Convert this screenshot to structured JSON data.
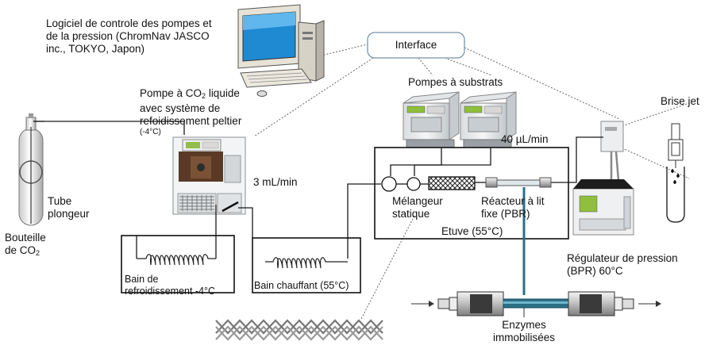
{
  "labels": {
    "software_line1": "Logiciel de controle des pompes et",
    "software_line2": "de la pression (ChromNav JASCO",
    "software_line3": "inc., TOKYO, Japon)",
    "interface": "Interface",
    "substrate_pumps": "Pompes à substrats",
    "co2_pump_line1_a": "Pompe à CO",
    "co2_pump_line1_sub": "2",
    "co2_pump_line1_b": " liquide",
    "co2_pump_line2": "avec système de",
    "co2_pump_line3": "refoidissement peltier",
    "co2_pump_line4": "(-4°C)",
    "co2_flow": "3 mL/min",
    "substrate_flow": "40 µL/min",
    "jet_breaker": "Brise jet",
    "tube_line1": "Tube",
    "tube_line2": "plongeur",
    "bottle_line1": "Bouteille",
    "bottle_line2_a": "de CO",
    "bottle_line2_sub": "2",
    "mixer_line1": "Mélangeur",
    "mixer_line2": "statique",
    "reactor_line1": "Réacteur à lit",
    "reactor_line2": "fixe (PBR)",
    "oven": "Etuve (55°C)",
    "regulator_line1": "Régulateur de pression",
    "regulator_line2": "(BPR) 60°C",
    "cooling_bath_line1": "Bain de",
    "cooling_bath_line2": "refroidissement -4°C",
    "heating_bath": "Bain chauffant (55°C)",
    "enzymes_line1": "Enzymes",
    "enzymes_line2": "immobilisées"
  },
  "icons": [
    "computer-icon",
    "co2-pump-icon",
    "substrate-pump-icon",
    "pressure-regulator-icon",
    "co2-bottle-icon",
    "jet-breaker-icon",
    "static-mixer-icon",
    "reactor-column-icon",
    "cooling-coil-icon",
    "heating-coil-icon",
    "immobilized-enzymes-icon"
  ],
  "colors": {
    "line": "#1a1a1a",
    "dotted": "#666666",
    "reactor_fill": "#2a6f86",
    "equipment": "#e8ecef"
  }
}
